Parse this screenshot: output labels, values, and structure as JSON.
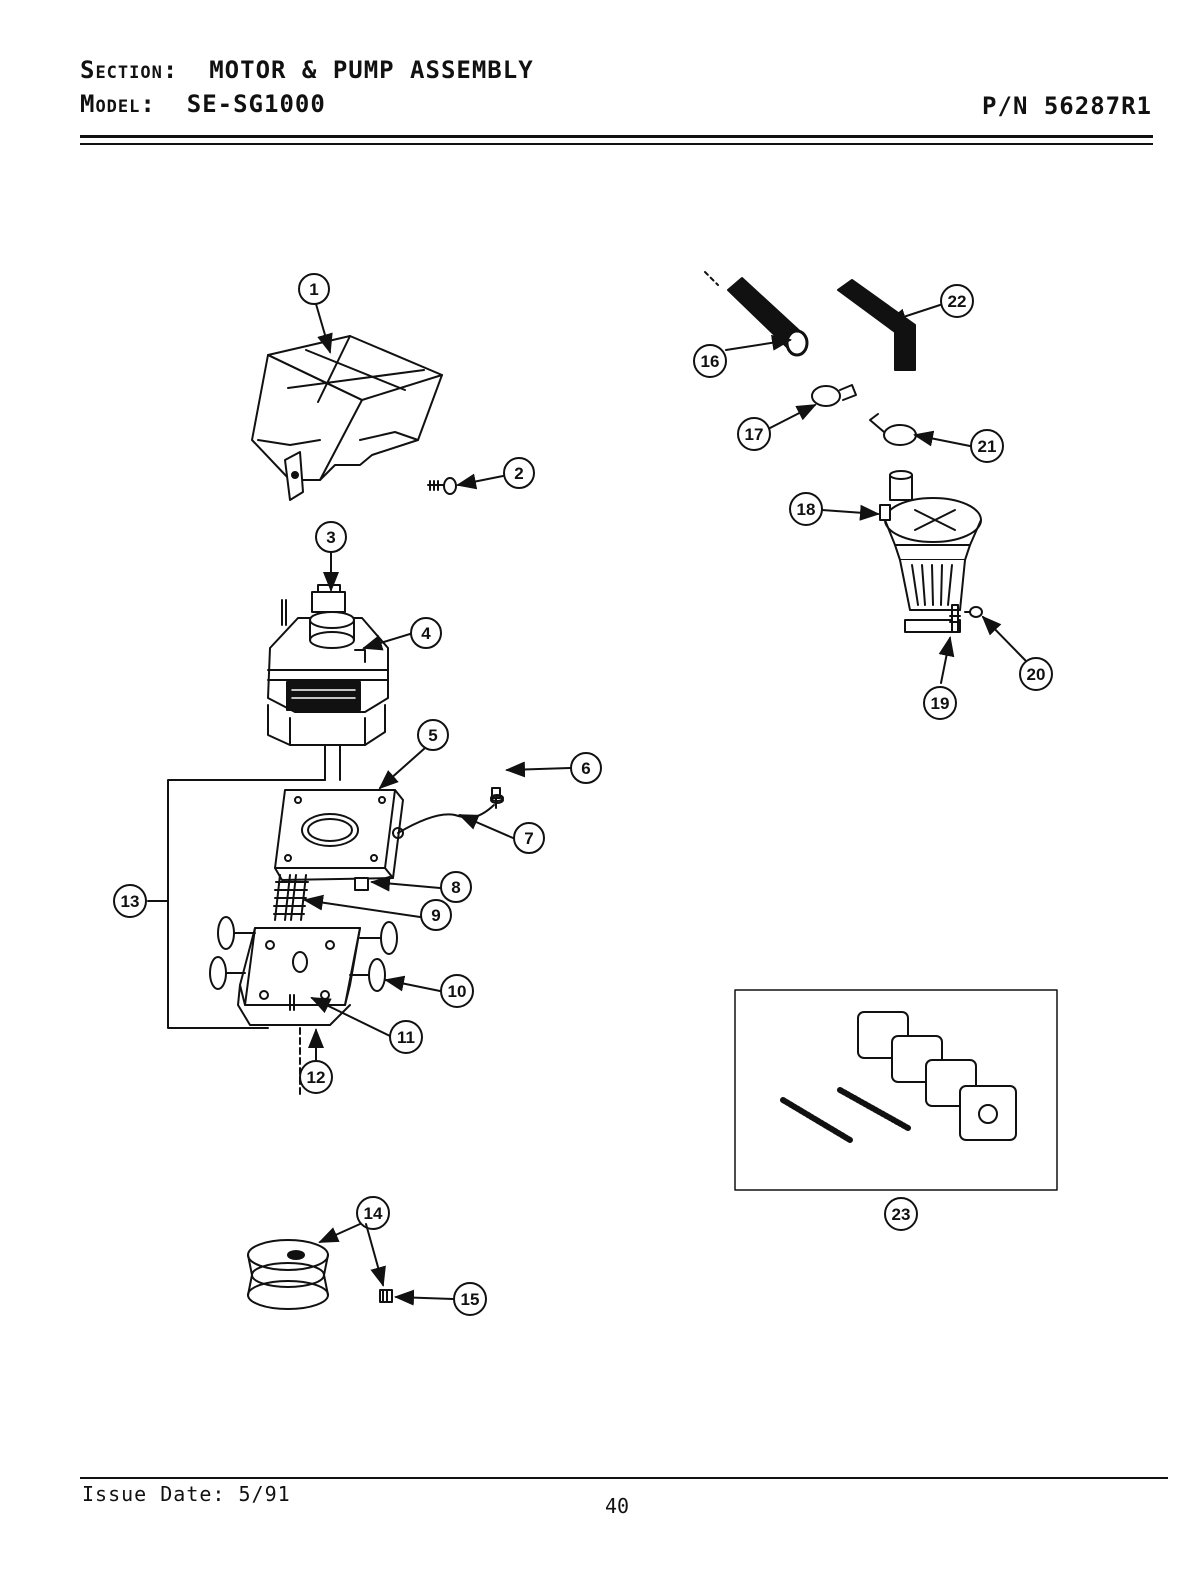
{
  "header": {
    "section_label": "Section:",
    "section_value": "MOTOR & PUMP ASSEMBLY",
    "model_label": "Model:",
    "model_value": "SE-SG1000",
    "part_number": "P/N 56287R1"
  },
  "footer": {
    "issue_date": "Issue Date: 5/91",
    "page_number": "40"
  },
  "callouts": [
    "1",
    "2",
    "3",
    "4",
    "5",
    "6",
    "7",
    "8",
    "9",
    "10",
    "11",
    "12",
    "13",
    "14",
    "15",
    "16",
    "17",
    "18",
    "19",
    "20",
    "21",
    "22",
    "23"
  ],
  "colors": {
    "ink": "#111111",
    "paper": "#ffffff"
  }
}
